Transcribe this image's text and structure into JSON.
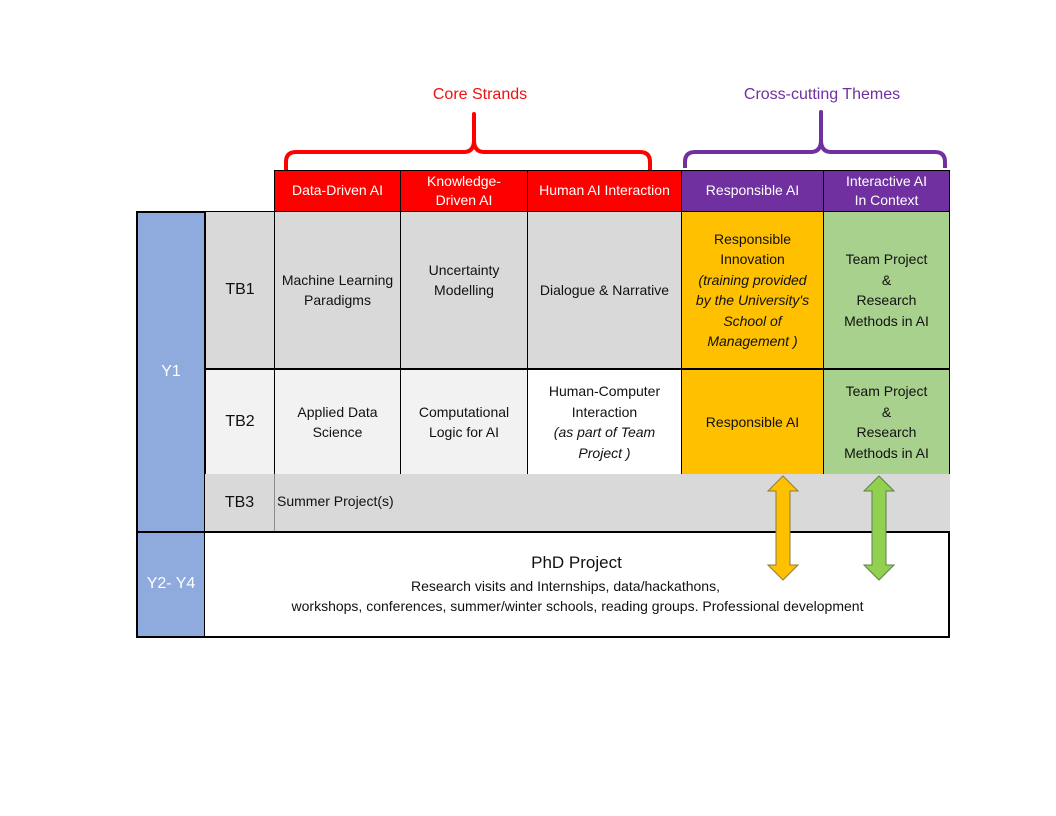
{
  "groups": {
    "core": {
      "label": "Core Strands",
      "color": "#ee1111"
    },
    "crosscutting": {
      "label": "Cross-cutting Themes",
      "color": "#7030a0"
    }
  },
  "headers": {
    "data_driven": [
      "Data-Driven AI"
    ],
    "knowledge_driven": [
      "Knowledge-",
      "Driven AI"
    ],
    "human_ai": [
      "Human AI Interaction"
    ],
    "responsible": [
      "Responsible AI"
    ],
    "interactive": [
      "Interactive AI",
      "In Context"
    ]
  },
  "years": {
    "y1": "Y1",
    "y2_y4": "Y2- Y4"
  },
  "terms": {
    "tb1": "TB1",
    "tb2": "TB2",
    "tb3": "TB3"
  },
  "tb1": {
    "data_driven": [
      "Machine Learning",
      "Paradigms"
    ],
    "knowledge_driven": [
      "Uncertainty",
      "Modelling"
    ],
    "human_ai": [
      "Dialogue & Narrative"
    ],
    "responsible": {
      "lines": [
        "Responsible",
        "Innovation"
      ],
      "italic_lines": [
        "(training provided",
        "by the University's",
        "School of",
        "Management )"
      ]
    },
    "interactive": [
      "Team Project",
      "&",
      "Research",
      "Methods  in AI"
    ]
  },
  "tb2": {
    "data_driven": [
      "Applied Data",
      "Science"
    ],
    "knowledge_driven": [
      "Computational",
      "Logic for AI"
    ],
    "human_ai": {
      "lines": [
        "Human-Computer",
        "Interaction"
      ],
      "italic_lines": [
        "(as part of Team",
        "Project )"
      ]
    },
    "responsible": [
      "Responsible AI"
    ],
    "interactive": [
      "Team Project",
      "&",
      "Research",
      "Methods  in AI"
    ]
  },
  "tb3": {
    "summer": "Summer  Project(s)"
  },
  "phd": {
    "title": "PhD Project",
    "line1": "Research visits and Internships, data/hackathons,",
    "line2": "workshops,  conferences, summer/winter  schools, reading groups. Professional development"
  },
  "arrows": {
    "orange": "#ffc000",
    "green": "#92d050"
  },
  "colors": {
    "header_red": "#ff0000",
    "header_purple": "#7030a0",
    "grey": "#d9d9d9",
    "light_grey": "#f2f2f2",
    "orange": "#ffc000",
    "green": "#a9d18e",
    "blue": "#8faadc"
  }
}
